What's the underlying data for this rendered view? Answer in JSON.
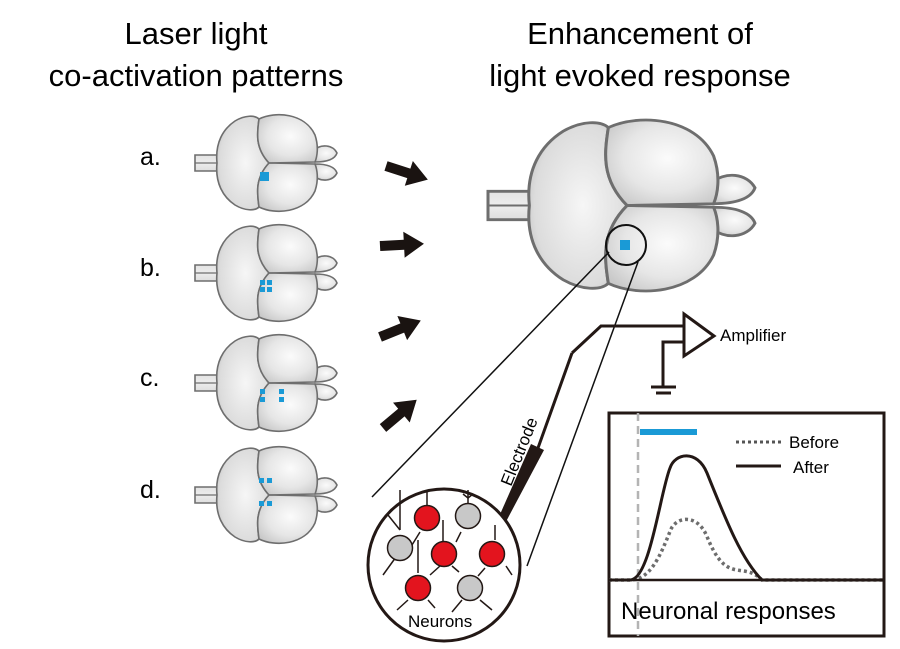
{
  "titles": {
    "left_line1": "Laser light",
    "left_line2": "co-activation patterns",
    "right_line1": "Enhancement of",
    "right_line2": "light evoked response"
  },
  "patterns": [
    {
      "label": "a.",
      "spots": "single square spot (caudal right hemisphere)"
    },
    {
      "label": "b.",
      "spots": "four spots in a 2x2 cluster"
    },
    {
      "label": "c.",
      "spots": "two 2-spot columns, spaced apart"
    },
    {
      "label": "d.",
      "spots": "two spots in each hemisphere"
    }
  ],
  "labels": {
    "amplifier": "Amplifier",
    "electrode": "Electrode",
    "neurons": "Neurons"
  },
  "chart": {
    "caption": "Neuronal responses",
    "legend": [
      {
        "name": "Before",
        "style": "dotted"
      },
      {
        "name": "After",
        "style": "solid"
      }
    ]
  },
  "colors": {
    "laser_blue": "#1a9ad6",
    "neuron_red": "#e3141e",
    "neuron_gray": "#c8c8c8",
    "brain_fill": "#e4e4e4",
    "brain_stroke": "#6e6e6e",
    "arrow": "#1a1311"
  },
  "chart_data": {
    "type": "line",
    "title": "Neuronal responses",
    "xlabel": "",
    "ylabel": "",
    "stimulus_bar": "light pulse (blue bar) begins at stimulus onset (dashed line)",
    "series": [
      {
        "name": "Before",
        "style": "dotted",
        "relative_peak": 0.5
      },
      {
        "name": "After",
        "style": "solid",
        "relative_peak": 1.0
      }
    ],
    "legend_position": "top-right"
  }
}
